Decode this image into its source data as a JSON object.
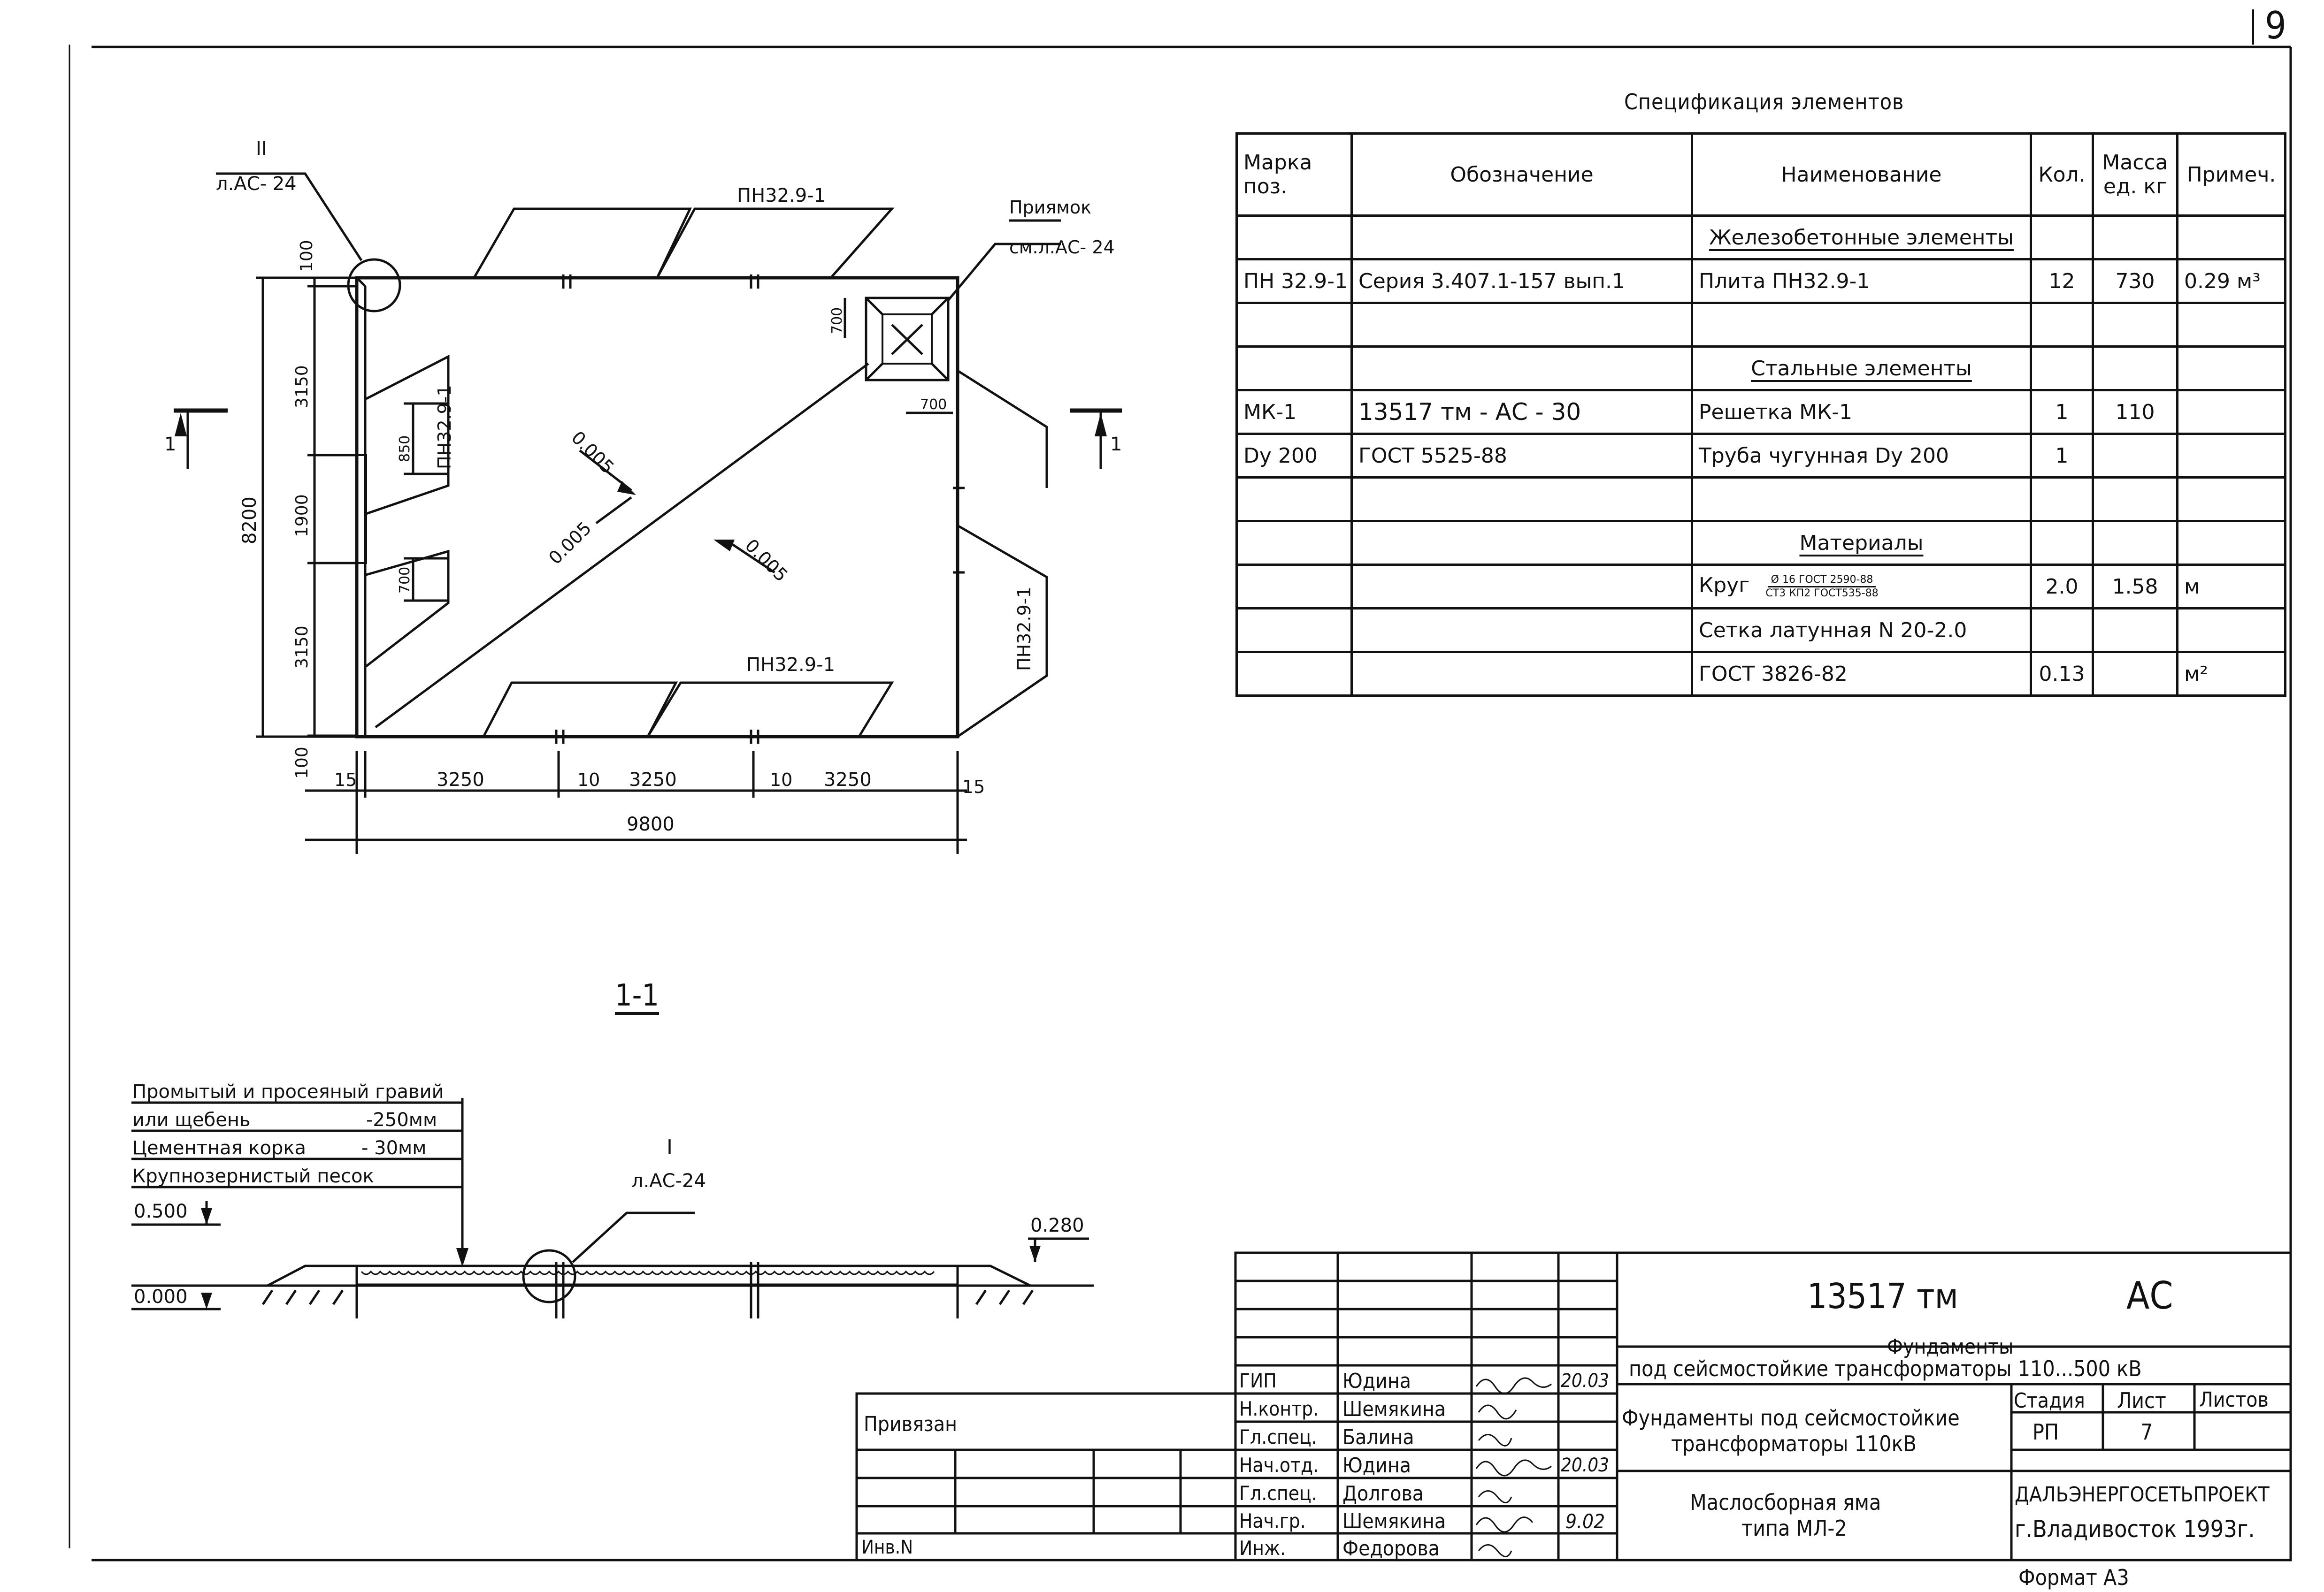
{
  "page_number": "9",
  "plan": {
    "callout_ii": {
      "roman": "II",
      "ref": "л.АС- 24"
    },
    "pit": {
      "label": "Приямок",
      "ref": "см.л.АС- 24"
    },
    "top_slabs": "ПН32.9-1",
    "bottom_slabs": "ПН32.9-1",
    "left_slabs": "ПН32.9-1",
    "right_slabs": "ПН32.9-1",
    "slope_1": "0.005",
    "slope_2": "0.005",
    "slope_3": "0.005",
    "dim_100_top": "100",
    "dim_100_bottom": "100",
    "dim_3150_top": "3150",
    "dim_1900": "1900",
    "dim_3150_bottom": "3150",
    "dim_8200": "8200",
    "dim_850": "850",
    "dim_700_left": "700",
    "dim_700_pit_v": "700",
    "dim_700_pit_h": "700",
    "dim_15_left": "15",
    "dim_15_right": "15",
    "dim_3250_a": "3250",
    "dim_3250_b": "3250",
    "dim_3250_c": "3250",
    "dim_10_a": "10",
    "dim_10_b": "10",
    "dim_9800": "9800",
    "section_mark": "1"
  },
  "spec": {
    "title": "Спецификация элементов",
    "headers": [
      "Марка поз.",
      "Обозначение",
      "Наименование",
      "Кол.",
      "Масса ед. кг",
      "Примеч."
    ],
    "group_concrete": "Железобетонные элементы",
    "row_pn": [
      "ПН 32.9-1",
      "Серия 3.407.1-157 вып.1",
      "Плита ПН32.9-1",
      "12",
      "730",
      "0.29  м³"
    ],
    "group_steel": "Стальные элементы",
    "row_mk": [
      "МК-1",
      "13517 тм - АС - 30",
      "Решетка МК-1",
      "1",
      "110",
      ""
    ],
    "row_dy": [
      "Dy 200",
      "ГОСТ 5525-88",
      "Труба чугунная Dy 200",
      "1",
      "",
      ""
    ],
    "group_materials": "Материалы",
    "row_krug": {
      "name": "Круг",
      "num": "Ø 16  ГОСТ 2590-88",
      "den": "СТ3 КП2  ГОСТ535-88",
      "qty": "2.0",
      "mass": "1.58",
      "note": "м"
    },
    "row_setka": "Сетка латунная N 20-2.0",
    "row_gost": [
      "ГОСТ 3826-82",
      "0.13",
      "",
      "м²"
    ]
  },
  "section": {
    "title": "1-1",
    "layers": [
      "Промытый и просеяный гравий",
      "или щебень",
      "Цементная корка",
      "Крупнозернистый песок"
    ],
    "layer_values": [
      "-250мм",
      "- 30мм"
    ],
    "callout_i": {
      "roman": "I",
      "ref": "л.АС-24"
    },
    "level_left_top": "0.500",
    "level_left_bottom": "0.000",
    "level_right": "0.280"
  },
  "title_block": {
    "code": "13517 тм",
    "ac": "АС",
    "project": "Фундаменты",
    "project_sub": "под сейсмостойкие трансформаторы 110...500 кВ",
    "sheet_title_1": "Фундаменты под сейсмостойкие",
    "sheet_title_2": "трансформаторы 110кВ",
    "drawing_title_1": "Маслосборная яма",
    "drawing_title_2": "типа МЛ-2",
    "stage_label": "Стадия",
    "sheet_label": "Лист",
    "sheets_label": "Листов",
    "stage": "РП",
    "sheet": "7",
    "org": "ДАЛЬЭНЕРГОСЕТЬПРОЕКТ",
    "city": "г.Владивосток  1993г.",
    "format": "Формат А3",
    "bound": "Привязан",
    "inv": "Инв.N",
    "roles": [
      "ГИП",
      "Н.контр.",
      "Гл.спец.",
      "Нач.отд.",
      "Гл.спец.",
      "Нач.гр.",
      "Инж."
    ],
    "names": [
      "Юдина",
      "Шемякина",
      "Балина",
      "Юдина",
      "Долгова",
      "Шемякина",
      "Федорова"
    ],
    "dates": [
      "20.03",
      "",
      "",
      "20.03",
      "",
      "9.02",
      ""
    ]
  }
}
